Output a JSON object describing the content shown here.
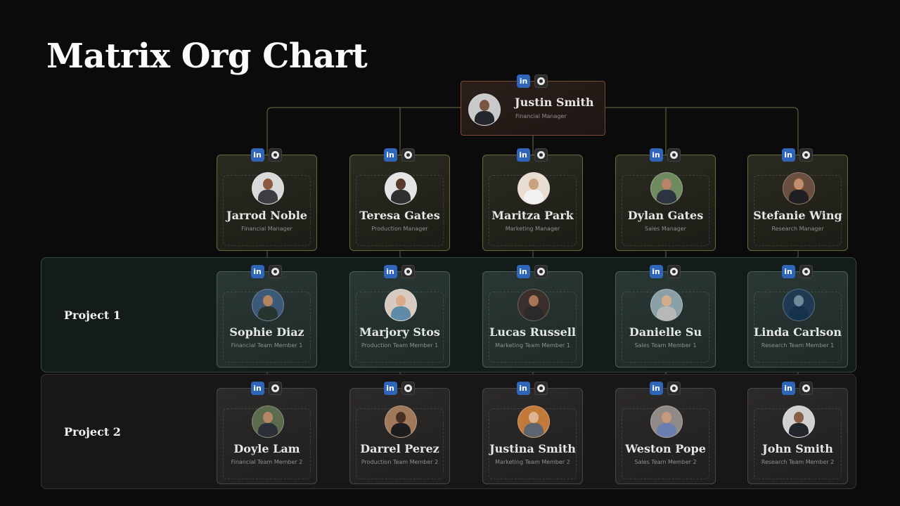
{
  "title": "Matrix Org Chart",
  "social": {
    "linkedin": "in"
  },
  "top": {
    "name": "Justin Smith",
    "role": "Financial Manager",
    "avatar_bg": "#c9c9c9",
    "skin": "#7a5644",
    "shirt": "#24272d"
  },
  "managers": [
    {
      "name": "Jarrod Noble",
      "role": "Financial Manager",
      "avatar_bg": "#d9d9d9",
      "skin": "#8d5a40",
      "shirt": "#3b3d42"
    },
    {
      "name": "Teresa  Gates",
      "role": "Production Manager",
      "avatar_bg": "#e4e4e4",
      "skin": "#5a3a2a",
      "shirt": "#2f2f2f"
    },
    {
      "name": "Maritza Park",
      "role": "Marketing Manager",
      "avatar_bg": "#e8ddd0",
      "skin": "#c9a27f",
      "shirt": "#f2f2f2"
    },
    {
      "name": "Dylan Gates",
      "role": "Sales Manager",
      "avatar_bg": "#6f8a5e",
      "skin": "#b88468",
      "shirt": "#2d3340"
    },
    {
      "name": "Stefanie Wing",
      "role": "Research Manager",
      "avatar_bg": "#6b4f3e",
      "skin": "#c48d6e",
      "shirt": "#1f1f22"
    }
  ],
  "rows": [
    {
      "label": "Project 1",
      "members": [
        {
          "name": "Sophie Diaz",
          "role": "Financial Team Member 1",
          "avatar_bg": "#3c5a77",
          "skin": "#b5845f",
          "shirt": "#26362e"
        },
        {
          "name": "Marjory Stos",
          "role": "Production Team Member 1",
          "avatar_bg": "#d7cbc0",
          "skin": "#d8ab8a",
          "shirt": "#5f8aa8"
        },
        {
          "name": "Lucas Russell",
          "role": "Marketing Team Member 1",
          "avatar_bg": "#3a2f2b",
          "skin": "#a87458",
          "shirt": "#2a2a2a"
        },
        {
          "name": "Danielle Su",
          "role": "Sales Team Member 1",
          "avatar_bg": "#8aa0a6",
          "skin": "#d3ad8c",
          "shirt": "#b8b8b8"
        },
        {
          "name": "Linda Carlson",
          "role": "Research Team Member 1",
          "avatar_bg": "#1f3a52",
          "skin": "#6d8a9a",
          "shirt": "#16324a"
        }
      ]
    },
    {
      "label": "Project 2",
      "members": [
        {
          "name": "Doyle Lam",
          "role": "Financial Team Member 2",
          "avatar_bg": "#5c6b4c",
          "skin": "#b58666",
          "shirt": "#2a2f38"
        },
        {
          "name": "Darrel Perez",
          "role": "Production Team Member 2",
          "avatar_bg": "#a0785a",
          "skin": "#4a3023",
          "shirt": "#1d1d1f"
        },
        {
          "name": "Justina Smith",
          "role": "Marketing Team Member 2",
          "avatar_bg": "#c27a3a",
          "skin": "#dcb394",
          "shirt": "#5c6470"
        },
        {
          "name": "Weston Pope",
          "role": "Sales Team Member 2",
          "avatar_bg": "#8f8a86",
          "skin": "#c89a7c",
          "shirt": "#6a7eae"
        },
        {
          "name": "John Smith",
          "role": "Research Team Member 2",
          "avatar_bg": "#d0d0d0",
          "skin": "#8a5e48",
          "shirt": "#23262c"
        }
      ]
    }
  ],
  "colors": {
    "connector": "#6f6d45",
    "band_connector": "#55605c"
  }
}
